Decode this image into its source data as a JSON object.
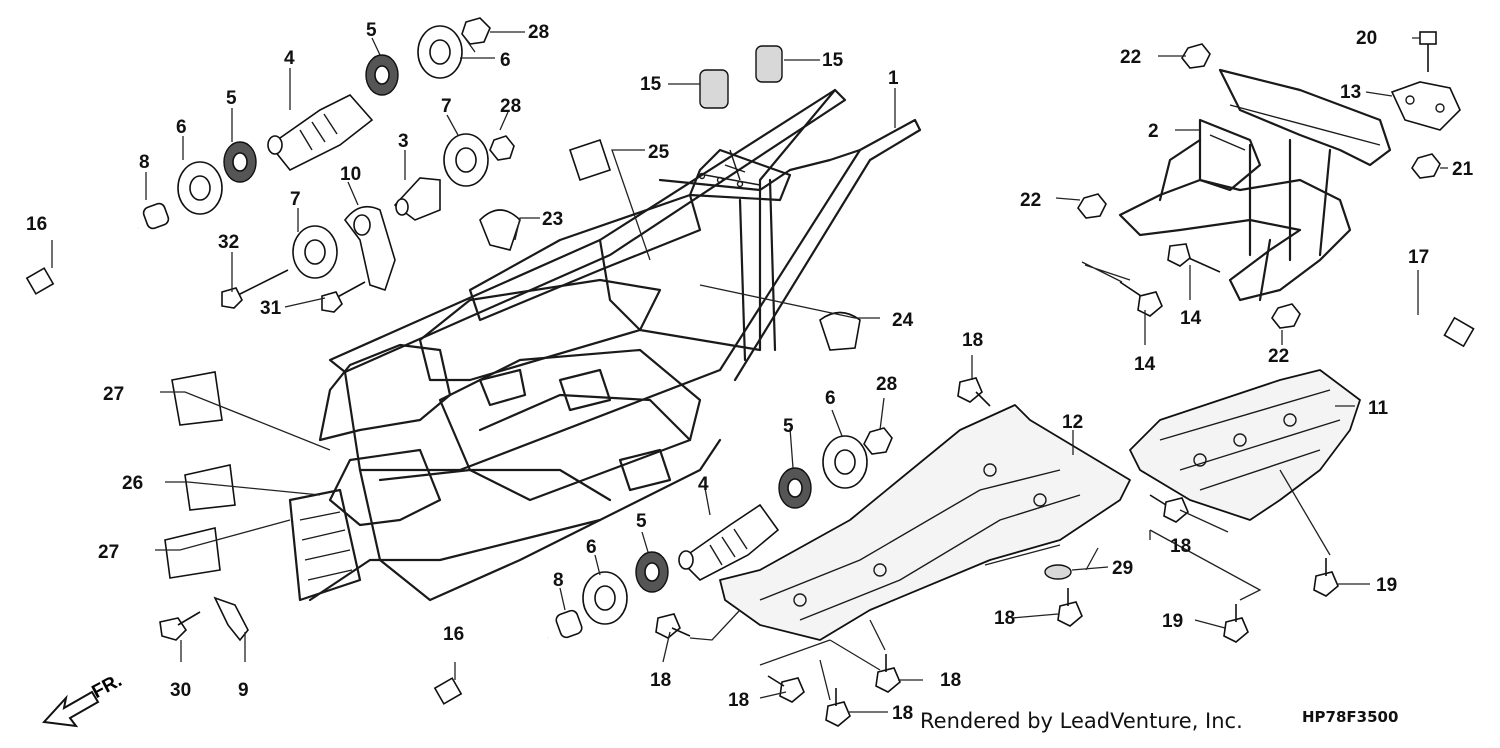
{
  "diagram": {
    "credit": "Rendered by LeadVenture, Inc.",
    "drawing_code": "HP78F3500",
    "front_marker": "FR.",
    "callouts": [
      {
        "id": "1",
        "label": "1"
      },
      {
        "id": "2",
        "label": "2"
      },
      {
        "id": "3",
        "label": "3"
      },
      {
        "id": "4a",
        "label": "4"
      },
      {
        "id": "4b",
        "label": "4"
      },
      {
        "id": "5a",
        "label": "5"
      },
      {
        "id": "5b",
        "label": "5"
      },
      {
        "id": "5c",
        "label": "5"
      },
      {
        "id": "5d",
        "label": "5"
      },
      {
        "id": "6a",
        "label": "6"
      },
      {
        "id": "6b",
        "label": "6"
      },
      {
        "id": "6c",
        "label": "6"
      },
      {
        "id": "6d",
        "label": "6"
      },
      {
        "id": "7a",
        "label": "7"
      },
      {
        "id": "7b",
        "label": "7"
      },
      {
        "id": "8a",
        "label": "8"
      },
      {
        "id": "8b",
        "label": "8"
      },
      {
        "id": "9",
        "label": "9"
      },
      {
        "id": "10",
        "label": "10"
      },
      {
        "id": "11",
        "label": "11"
      },
      {
        "id": "12",
        "label": "12"
      },
      {
        "id": "13",
        "label": "13"
      },
      {
        "id": "14a",
        "label": "14"
      },
      {
        "id": "14b",
        "label": "14"
      },
      {
        "id": "15a",
        "label": "15"
      },
      {
        "id": "15b",
        "label": "15"
      },
      {
        "id": "16a",
        "label": "16"
      },
      {
        "id": "16b",
        "label": "16"
      },
      {
        "id": "17",
        "label": "17"
      },
      {
        "id": "18a",
        "label": "18"
      },
      {
        "id": "18b",
        "label": "18"
      },
      {
        "id": "18c",
        "label": "18"
      },
      {
        "id": "18d",
        "label": "18"
      },
      {
        "id": "18e",
        "label": "18"
      },
      {
        "id": "18f",
        "label": "18"
      },
      {
        "id": "18g",
        "label": "18"
      },
      {
        "id": "19a",
        "label": "19"
      },
      {
        "id": "19b",
        "label": "19"
      },
      {
        "id": "20",
        "label": "20"
      },
      {
        "id": "21",
        "label": "21"
      },
      {
        "id": "22a",
        "label": "22"
      },
      {
        "id": "22b",
        "label": "22"
      },
      {
        "id": "22c",
        "label": "22"
      },
      {
        "id": "23",
        "label": "23"
      },
      {
        "id": "24",
        "label": "24"
      },
      {
        "id": "25",
        "label": "25"
      },
      {
        "id": "26",
        "label": "26"
      },
      {
        "id": "27a",
        "label": "27"
      },
      {
        "id": "27b",
        "label": "27"
      },
      {
        "id": "28a",
        "label": "28"
      },
      {
        "id": "28b",
        "label": "28"
      },
      {
        "id": "28c",
        "label": "28"
      },
      {
        "id": "29",
        "label": "29"
      },
      {
        "id": "30",
        "label": "30"
      },
      {
        "id": "31",
        "label": "31"
      },
      {
        "id": "32",
        "label": "32"
      }
    ]
  }
}
